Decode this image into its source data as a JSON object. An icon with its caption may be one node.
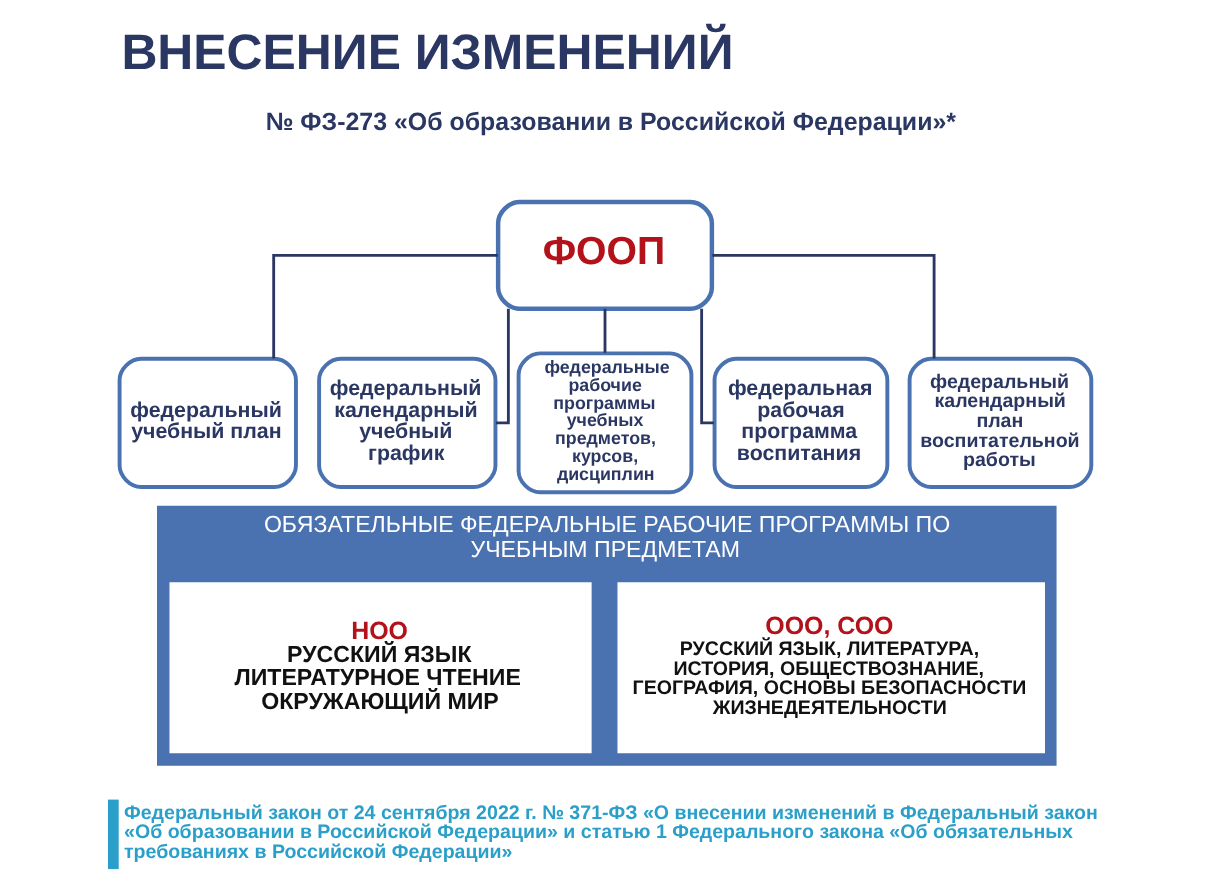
{
  "diagram": {
    "title": "ВНЕСЕНИЕ ИЗМЕНЕНИЙ",
    "nodes": [
      {
        "text": [
          "ФООП"
        ]
      },
      {
        "text": [
          "федеральный учебный план"
        ]
      },
      {
        "text": [
          "федеральный календарный учебный график"
        ]
      },
      {
        "text": [
          "федеральные рабочие программы учебных предметов, курсов, дисциплин"
        ]
      },
      {
        "text": [
          "федеральная рабочая программа воспитания"
        ]
      },
      {
        "text": [
          "федеральный календарный план воспитательной работы"
        ]
      },
      {
        "text": [
          "ОБЯЗАТЕЛЬНЫЕ ФЕДЕРАЛЬНЫЕ РАБОЧИЕ ПРОГРАММЫ ПО УЧЕБНЫМ ПРЕДМЕТАМ"
        ]
      },
      {
        "text": [
          "НОО",
          "РУССКИЙ ЯЗЫК",
          "ЛИТЕРАТУРНОЕ ЧТЕНИЕ",
          "ОКРУЖАЮЩИЙ МИР"
        ],
        "in": 6
      },
      {
        "text": [
          "ООО, СОО",
          "РУССКИЙ ЯЗЫК, ЛИТЕРАТУРА, ИСТОРИЯ, ОБЩЕСТВОЗНАНИЕ, ГЕОГРАФИЯ, ОСНОВЫ БЕЗОПАСНОСТИ ЖИЗНЕДЕЯТЕЛЬНОСТИ"
        ],
        "in": 6
      }
    ],
    "edges": [
      {
        "from": 0,
        "to": 1,
        "arrow": "none"
      },
      {
        "from": 0,
        "to": 2,
        "arrow": "none"
      },
      {
        "from": 0,
        "to": 3,
        "arrow": "none"
      },
      {
        "from": 0,
        "to": 4,
        "arrow": "none"
      },
      {
        "from": 0,
        "to": 5,
        "arrow": "none"
      }
    ],
    "labels": [
      "№ ФЗ-273 «Об образовании в Российской Федерации»*",
      "Федеральный закон от 24 сентября 2022 г. № 371-ФЗ «О внесении изменений в Федеральный закон «Об образовании в Российской Федерации» и статью 1 Федерального закона «Об обязательных требованиях в Российской Федерации»"
    ]
  }
}
